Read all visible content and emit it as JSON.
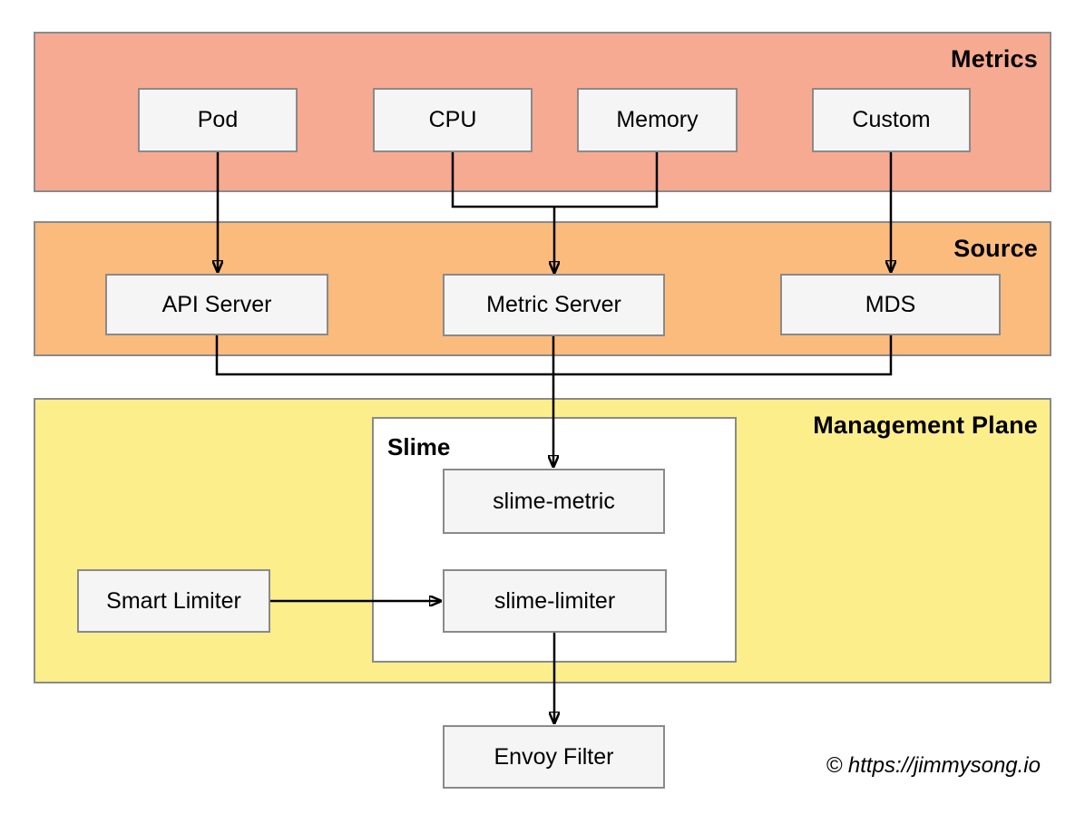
{
  "bands": {
    "metrics": {
      "label": "Metrics",
      "color": "#F6AA92"
    },
    "source": {
      "label": "Source",
      "color": "#FABB7D"
    },
    "management": {
      "label": "Management Plane",
      "color": "#FDEE8C"
    }
  },
  "nodes": {
    "pod": "Pod",
    "cpu": "CPU",
    "memory": "Memory",
    "custom": "Custom",
    "api_server": "API Server",
    "metric_server": "Metric Server",
    "mds": "MDS",
    "slime_group": "Slime",
    "slime_metric": "slime-metric",
    "smart_limiter": "Smart Limiter",
    "slime_limiter": "slime-limiter",
    "envoy_filter": "Envoy Filter"
  },
  "edges": [
    {
      "from": "pod",
      "to": "api_server",
      "type": "arrow"
    },
    {
      "from": "cpu",
      "to": "metric_server",
      "type": "arrow-merged"
    },
    {
      "from": "memory",
      "to": "metric_server",
      "type": "arrow-merged"
    },
    {
      "from": "custom",
      "to": "mds",
      "type": "arrow"
    },
    {
      "from": "api_server",
      "to": "slime_metric",
      "type": "arrow-merged"
    },
    {
      "from": "metric_server",
      "to": "slime_metric",
      "type": "arrow-merged"
    },
    {
      "from": "mds",
      "to": "slime_metric",
      "type": "arrow-merged"
    },
    {
      "from": "smart_limiter",
      "to": "slime_limiter",
      "type": "arrow"
    },
    {
      "from": "slime_limiter",
      "to": "envoy_filter",
      "type": "arrow"
    }
  ],
  "footer": {
    "copyright": "© https://jimmysong.io"
  },
  "colors": {
    "node_fill": "#F5F5F5",
    "node_border": "#8A8A8A",
    "band_border": "#8A8A8A",
    "slime_fill": "#FFFFFF",
    "connector": "#000000",
    "background": "#FFFFFF",
    "text": "#000000"
  }
}
